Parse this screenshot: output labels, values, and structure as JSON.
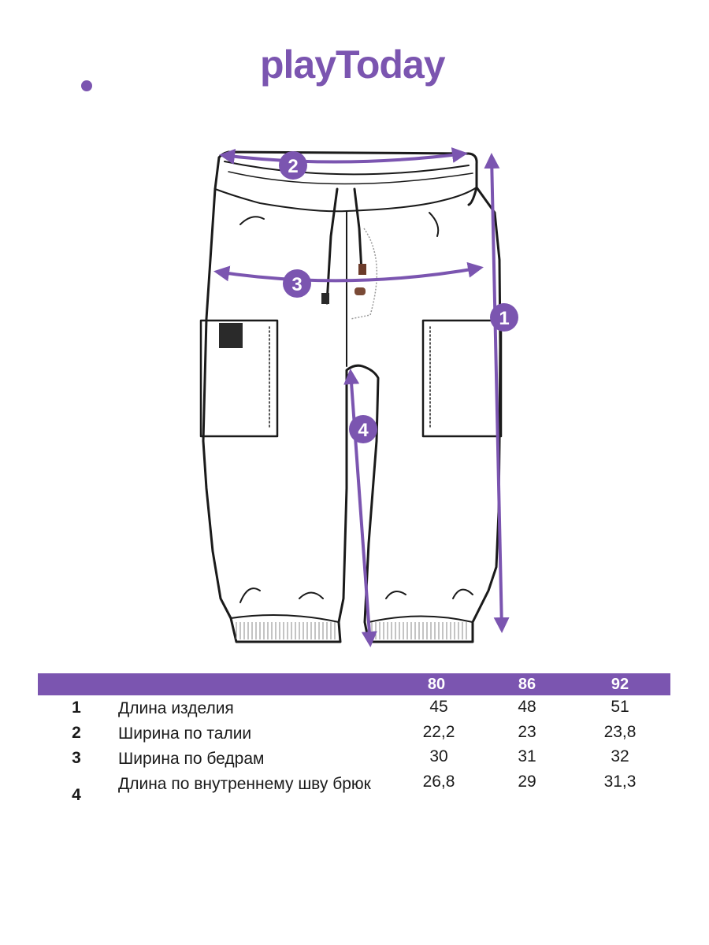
{
  "brand": {
    "logo_text": "playToday",
    "accent_color": "#7b55b0"
  },
  "diagram": {
    "markers": [
      "1",
      "2",
      "3",
      "4"
    ]
  },
  "size_table": {
    "headers": [
      "",
      "",
      "80",
      "86",
      "92"
    ],
    "rows": [
      {
        "num": "1",
        "label": "Длина изделия",
        "values": [
          "45",
          "48",
          "51"
        ]
      },
      {
        "num": "2",
        "label": "Ширина по талии",
        "values": [
          "22,2",
          "23",
          "23,8"
        ]
      },
      {
        "num": "3",
        "label": "Ширина по бедрам",
        "values": [
          "30",
          "31",
          "32"
        ]
      },
      {
        "num": "4",
        "label": "Длина по внутреннему шву брюк",
        "values": [
          "26,8",
          "29",
          "31,3"
        ]
      }
    ]
  }
}
